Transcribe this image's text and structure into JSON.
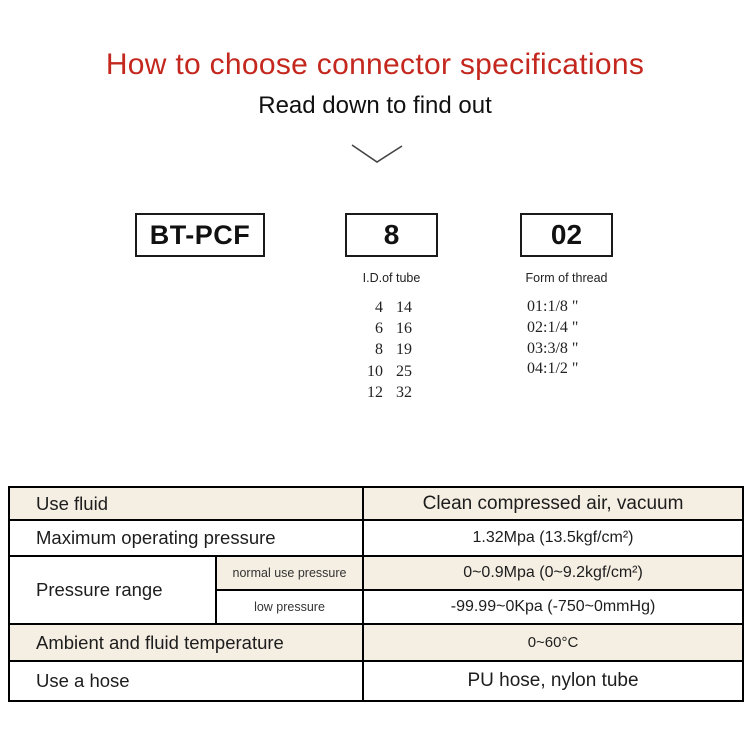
{
  "header": {
    "title": "How to choose connector specifications",
    "subtitle": "Read down to find out"
  },
  "model": {
    "series_code": "BT-PCF",
    "tube_code": "8",
    "tube_caption": "I.D.of tube",
    "thread_code": "02",
    "thread_caption": "Form of thread",
    "tube_rows": [
      {
        "id": "4",
        "od": "14"
      },
      {
        "id": "6",
        "od": "16"
      },
      {
        "id": "8",
        "od": "19"
      },
      {
        "id": "10",
        "od": "25"
      },
      {
        "id": "12",
        "od": "32"
      }
    ],
    "thread_options": [
      "01:1/8 \"",
      "02:1/4 \"",
      "03:3/8 \"",
      "04:1/2 \""
    ]
  },
  "spec_table": {
    "rows": [
      {
        "label": "Use fluid",
        "value": "Clean compressed air, vacuum"
      },
      {
        "label": "Maximum operating pressure",
        "value": "1.32Mpa (13.5kgf/cm²)"
      },
      {
        "label": "Pressure range",
        "sub": [
          {
            "label": "normal use pressure",
            "value": "0~0.9Mpa (0~9.2kgf/cm²)"
          },
          {
            "label": "low pressure",
            "value": "-99.99~0Kpa (-750~0mmHg)"
          }
        ]
      },
      {
        "label": "Ambient and fluid temperature",
        "value": "0~60°C"
      },
      {
        "label": "Use a hose",
        "value": "PU hose, nylon tube"
      }
    ]
  },
  "colors": {
    "accent_red": "#c3271e",
    "band_beige": "#f5eee2",
    "border_black": "#000000"
  }
}
